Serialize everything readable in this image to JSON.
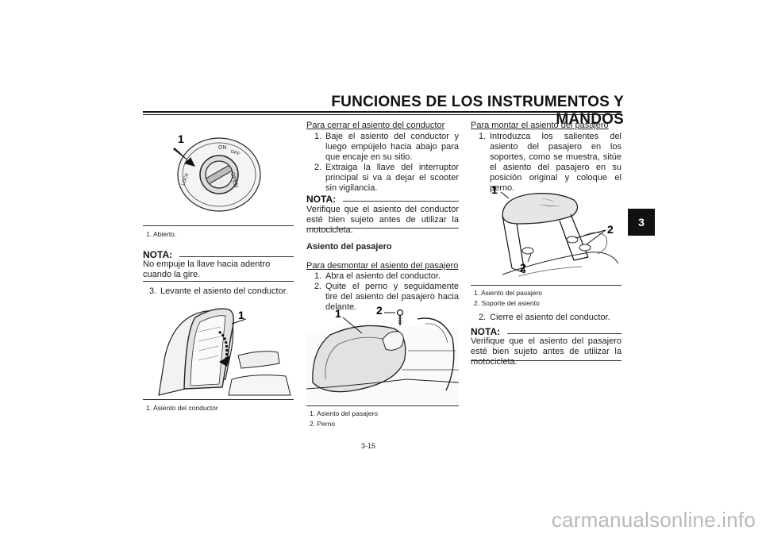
{
  "header": {
    "title": "FUNCIONES DE LOS INSTRUMENTOS Y MANDOS",
    "tab": "3"
  },
  "col1": {
    "fig1_label": "1",
    "fig1_caption": "1. Abierto.",
    "nota_heading": "NOTA:",
    "nota_text": "No empuje la llave hacia adentro cuando la gire.",
    "step3_num": "3.",
    "step3_text": "Levante el asiento del conductor.",
    "fig2_label": "1",
    "fig2_caption": "1. Asiento del conductor"
  },
  "col2": {
    "close_heading": "Para cerrar el asiento del conductor",
    "close_steps": [
      {
        "num": "1.",
        "text": "Baje el asiento del conductor y luego empújelo hacia abajo para que encaje en su sitio."
      },
      {
        "num": "2.",
        "text": "Extraiga la llave del interruptor princi­pal si va a dejar el scooter sin vigilan­cia."
      }
    ],
    "nota_heading": "NOTA:",
    "nota_text": "Verifique que el asiento del conductor esté bien sujeto antes de utilizar la motocicleta.",
    "passenger_heading": "Asiento del pasajero",
    "remove_heading": "Para desmontar el asiento del pasajero",
    "remove_steps": [
      {
        "num": "1.",
        "text": "Abra el asiento del conductor."
      },
      {
        "num": "2.",
        "text": "Quite el perno y seguidamente tire del asiento del pasajero hacia delante."
      }
    ],
    "fig_labels": [
      "1",
      "2"
    ],
    "fig_captions": [
      "1. Asiento del pasajero",
      "2. Perno"
    ]
  },
  "col3": {
    "mount_heading": "Para montar el asiento del pasajero",
    "mount_steps": [
      {
        "num": "1.",
        "text": "Introduzca los salientes del asiento del pasajero en los soportes, como se muestra, sitúe el asiento del pasajero en su posición original y coloque el perno."
      }
    ],
    "fig_labels": [
      "1",
      "2",
      "2"
    ],
    "fig_captions": [
      "1. Asiento del pasajero",
      "2. Soporte del asiento"
    ],
    "step2_num": "2.",
    "step2_text": "Cierre el asiento del conductor.",
    "nota_heading": "NOTA:",
    "nota_text": "Verifique que el asiento del pasajero esté bien sujeto antes de utilizar la motocicleta."
  },
  "ignition_markings": [
    "ON",
    "OFF",
    "LOCK",
    "OPEN"
  ],
  "footer": {
    "page_number": "3-15"
  },
  "watermark": "carmanualsonline.info"
}
